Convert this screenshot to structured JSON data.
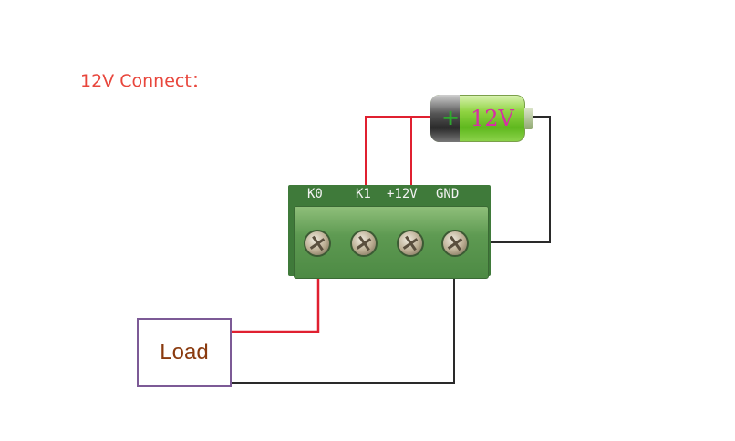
{
  "title": "12V Connect：",
  "terminals": [
    "K0",
    "K1",
    "+12V",
    "GND"
  ],
  "battery": {
    "label": "12V",
    "plus": "+"
  },
  "load": {
    "label": "Load"
  },
  "colors": {
    "title": "#e8463c",
    "red_wire": "#e02030",
    "black_wire": "#2a2a2a",
    "load_border": "#7c5a96",
    "load_text": "#8a3a0e",
    "pcb": "#3f7a3a",
    "battery_text": "#d62fa4"
  }
}
